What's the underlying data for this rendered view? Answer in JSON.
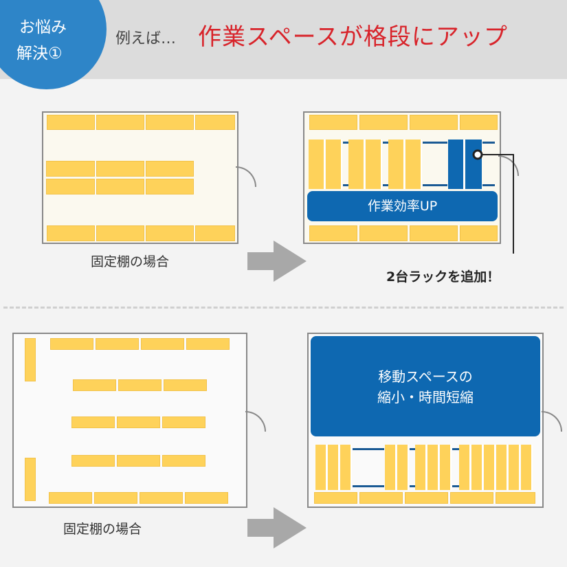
{
  "header": {
    "badge_line1": "お悩み",
    "badge_line2": "解決①",
    "lead": "例えば…",
    "headline": "作業スペースが格段にアップ"
  },
  "diagrams": {
    "top_left_caption": "固定棚の場合",
    "top_right_band": "作業効率UP",
    "top_right_callout": "2台ラックを追加！",
    "bottom_left_caption": "固定棚の場合",
    "bottom_right_band_line1": "移動スペースの",
    "bottom_right_band_line2": "縮小・時間短縮"
  },
  "colors": {
    "shelf": "#fed25a",
    "accent_blue": "#0e68b1",
    "headline_red": "#d8232a",
    "badge_blue": "#2e85c8"
  }
}
